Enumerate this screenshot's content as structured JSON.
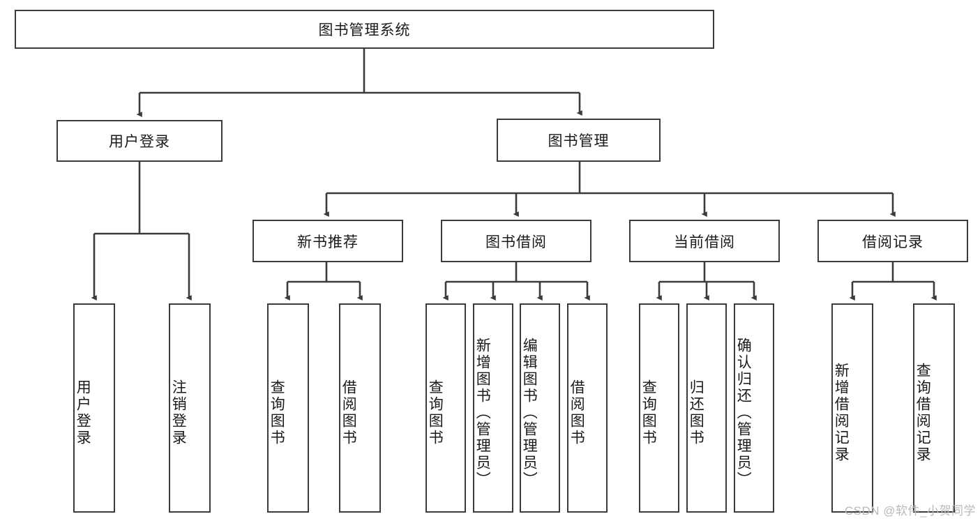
{
  "diagram": {
    "title": "图书管理系统",
    "root": {
      "label": "图书管理系统"
    },
    "level1": [
      {
        "label": "用户登录"
      },
      {
        "label": "图书管理"
      }
    ],
    "level2": [
      {
        "label": "新书推荐"
      },
      {
        "label": "图书借阅"
      },
      {
        "label": "当前借阅"
      },
      {
        "label": "借阅记录"
      }
    ],
    "leaves": {
      "user_login": [
        {
          "label": "用户登录"
        },
        {
          "label": "注销登录"
        }
      ],
      "new_book_recommend": [
        {
          "label": "查询图书"
        },
        {
          "label": "借阅图书"
        }
      ],
      "book_borrow": [
        {
          "label": "查询图书"
        },
        {
          "label": "新增图书（管理员）"
        },
        {
          "label": "编辑图书（管理员）"
        },
        {
          "label": "借阅图书"
        }
      ],
      "current_borrow": [
        {
          "label": "查询图书"
        },
        {
          "label": "归还图书"
        },
        {
          "label": "确认归还（管理员）"
        }
      ],
      "borrow_record": [
        {
          "label": "新增借阅记录"
        },
        {
          "label": "查询借阅记录"
        }
      ]
    }
  },
  "watermark": {
    "text": "CSDN @软件_小贺同学"
  },
  "colors": {
    "stroke": "#3b3b3b",
    "fill": "#ffffff",
    "text": "#1a1a1a",
    "watermark": "#b9b9b9"
  }
}
